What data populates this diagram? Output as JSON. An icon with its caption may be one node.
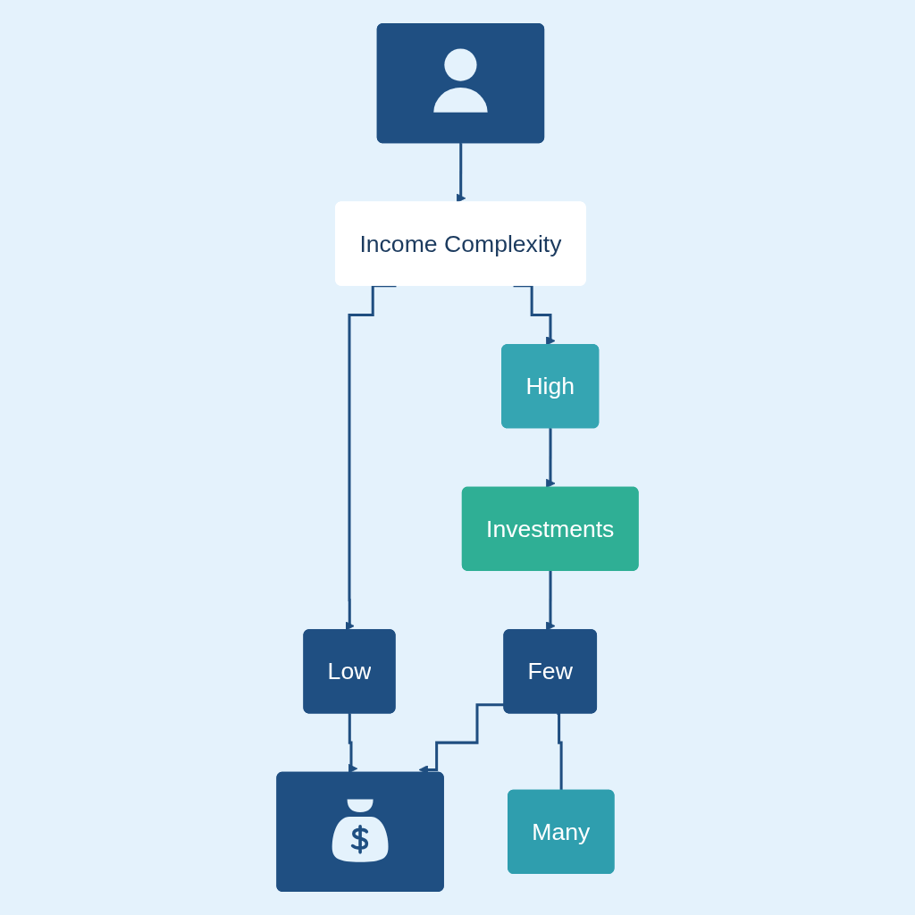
{
  "diagram": {
    "nodes": [
      {
        "text": [],
        "shape": "person"
      },
      {
        "text": [
          "Income Complexity"
        ]
      },
      {
        "text": [
          "Low"
        ]
      },
      {
        "text": [
          "High"
        ]
      },
      {
        "text": [],
        "shape": "picture"
      },
      {
        "text": [
          "Investments"
        ]
      },
      {
        "text": [
          "Few"
        ]
      },
      {
        "text": [
          "Many"
        ]
      }
    ],
    "edges": [
      {
        "from": 0,
        "to": 1,
        "arrow": "to"
      },
      {
        "from": 1,
        "to": 2,
        "arrow": "to"
      },
      {
        "from": 1,
        "to": 3,
        "arrow": "to"
      },
      {
        "from": 2,
        "to": 4,
        "arrow": "to"
      },
      {
        "from": 3,
        "to": 5,
        "arrow": "to"
      },
      {
        "from": 5,
        "to": 6,
        "arrow": "to"
      },
      {
        "from": 6,
        "to": 7,
        "arrow": "none"
      },
      {
        "from": 6,
        "to": 4,
        "arrow": "to"
      }
    ]
  }
}
